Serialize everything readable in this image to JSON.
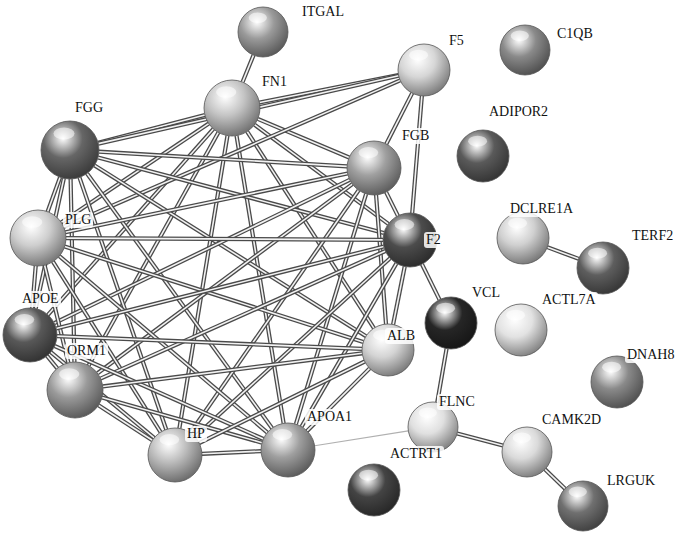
{
  "diagram": {
    "nodes": [
      {
        "text": [
          "ITGAL"
        ]
      },
      {
        "text": [
          "FN1"
        ]
      },
      {
        "text": [
          "F5"
        ]
      },
      {
        "text": [
          "C1QB"
        ]
      },
      {
        "text": [
          "FGG"
        ]
      },
      {
        "text": [
          "FGB"
        ]
      },
      {
        "text": [
          "ADIPOR2"
        ]
      },
      {
        "text": [
          "PLG"
        ]
      },
      {
        "text": [
          "F2"
        ]
      },
      {
        "text": [
          "DCLRE1A"
        ]
      },
      {
        "text": [
          "TERF2"
        ]
      },
      {
        "text": [
          "VCL"
        ]
      },
      {
        "text": [
          "APOE"
        ]
      },
      {
        "text": [
          "ACTL7A"
        ]
      },
      {
        "text": [
          "ALB"
        ]
      },
      {
        "text": [
          "ORM1"
        ]
      },
      {
        "text": [
          "DNAH8"
        ]
      },
      {
        "text": [
          "FLNC"
        ]
      },
      {
        "text": [
          "HP"
        ]
      },
      {
        "text": [
          "APOA1"
        ]
      },
      {
        "text": [
          "CAMK2D"
        ]
      },
      {
        "text": [
          "ACTRT1"
        ]
      },
      {
        "text": [
          "LRGUK"
        ]
      }
    ],
    "edges": [
      {
        "from": 0,
        "to": 1,
        "arrow": "none"
      },
      {
        "from": 1,
        "to": 4,
        "arrow": "none"
      },
      {
        "from": 1,
        "to": 5,
        "arrow": "none"
      },
      {
        "from": 1,
        "to": 8,
        "arrow": "none"
      },
      {
        "from": 1,
        "to": 7,
        "arrow": "none"
      },
      {
        "from": 1,
        "to": 12,
        "arrow": "none"
      },
      {
        "from": 1,
        "to": 15,
        "arrow": "none"
      },
      {
        "from": 1,
        "to": 18,
        "arrow": "none"
      },
      {
        "from": 1,
        "to": 19,
        "arrow": "none"
      },
      {
        "from": 1,
        "to": 14,
        "arrow": "none"
      },
      {
        "from": 2,
        "to": 1,
        "arrow": "none"
      },
      {
        "from": 2,
        "to": 4,
        "arrow": "none"
      },
      {
        "from": 2,
        "to": 5,
        "arrow": "none"
      },
      {
        "from": 2,
        "to": 8,
        "arrow": "none"
      },
      {
        "from": 2,
        "to": 7,
        "arrow": "none"
      },
      {
        "from": 4,
        "to": 5,
        "arrow": "none"
      },
      {
        "from": 4,
        "to": 8,
        "arrow": "none"
      },
      {
        "from": 4,
        "to": 7,
        "arrow": "none"
      },
      {
        "from": 4,
        "to": 12,
        "arrow": "none"
      },
      {
        "from": 4,
        "to": 15,
        "arrow": "none"
      },
      {
        "from": 4,
        "to": 18,
        "arrow": "none"
      },
      {
        "from": 4,
        "to": 19,
        "arrow": "none"
      },
      {
        "from": 4,
        "to": 14,
        "arrow": "none"
      },
      {
        "from": 5,
        "to": 8,
        "arrow": "none"
      },
      {
        "from": 5,
        "to": 7,
        "arrow": "none"
      },
      {
        "from": 5,
        "to": 12,
        "arrow": "none"
      },
      {
        "from": 5,
        "to": 15,
        "arrow": "none"
      },
      {
        "from": 5,
        "to": 18,
        "arrow": "none"
      },
      {
        "from": 5,
        "to": 19,
        "arrow": "none"
      },
      {
        "from": 5,
        "to": 14,
        "arrow": "none"
      },
      {
        "from": 7,
        "to": 8,
        "arrow": "none"
      },
      {
        "from": 7,
        "to": 12,
        "arrow": "none"
      },
      {
        "from": 7,
        "to": 15,
        "arrow": "none"
      },
      {
        "from": 7,
        "to": 18,
        "arrow": "none"
      },
      {
        "from": 7,
        "to": 19,
        "arrow": "none"
      },
      {
        "from": 7,
        "to": 14,
        "arrow": "none"
      },
      {
        "from": 8,
        "to": 12,
        "arrow": "none"
      },
      {
        "from": 8,
        "to": 15,
        "arrow": "none"
      },
      {
        "from": 8,
        "to": 18,
        "arrow": "none"
      },
      {
        "from": 8,
        "to": 19,
        "arrow": "none"
      },
      {
        "from": 8,
        "to": 14,
        "arrow": "none"
      },
      {
        "from": 8,
        "to": 11,
        "arrow": "none"
      },
      {
        "from": 12,
        "to": 15,
        "arrow": "none"
      },
      {
        "from": 12,
        "to": 18,
        "arrow": "none"
      },
      {
        "from": 12,
        "to": 19,
        "arrow": "none"
      },
      {
        "from": 12,
        "to": 14,
        "arrow": "none"
      },
      {
        "from": 15,
        "to": 18,
        "arrow": "none"
      },
      {
        "from": 15,
        "to": 19,
        "arrow": "none"
      },
      {
        "from": 15,
        "to": 14,
        "arrow": "none"
      },
      {
        "from": 18,
        "to": 19,
        "arrow": "none"
      },
      {
        "from": 18,
        "to": 14,
        "arrow": "none"
      },
      {
        "from": 19,
        "to": 14,
        "arrow": "none"
      },
      {
        "from": 19,
        "to": 17,
        "arrow": "none"
      },
      {
        "from": 11,
        "to": 17,
        "arrow": "none"
      },
      {
        "from": 17,
        "to": 20,
        "arrow": "none"
      },
      {
        "from": 20,
        "to": 22,
        "arrow": "none"
      },
      {
        "from": 9,
        "to": 10,
        "arrow": "none"
      }
    ]
  }
}
